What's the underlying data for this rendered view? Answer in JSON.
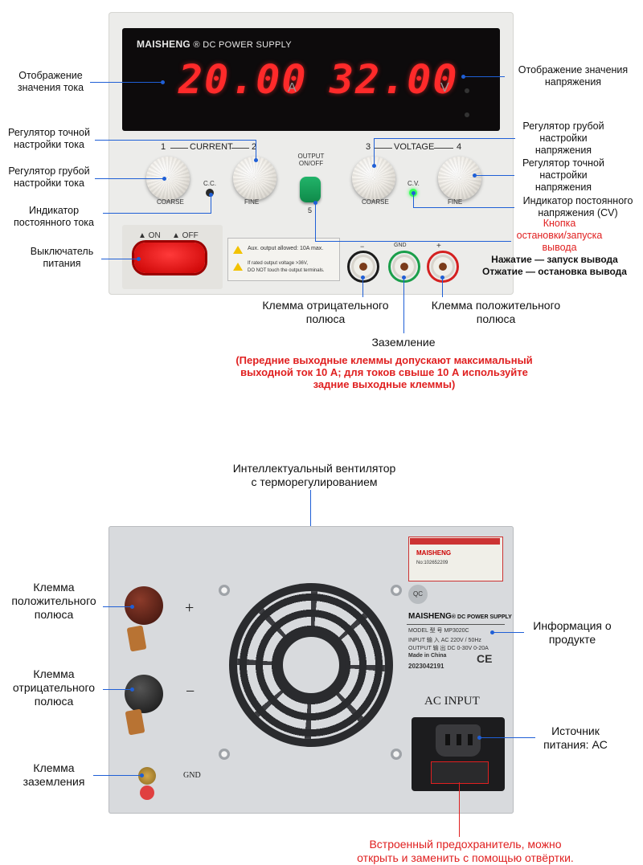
{
  "front": {
    "brand": "MAISHENG",
    "brand_suffix": "® DC POWER SUPPLY",
    "current_display": "20.00",
    "current_unit": "A",
    "voltage_display": "32.00",
    "voltage_unit": "V",
    "current_group": "CURRENT",
    "voltage_group": "VOLTAGE",
    "num_1": "1",
    "num_2": "2",
    "num_3": "3",
    "num_4": "4",
    "num_5": "5",
    "coarse": "COARSE",
    "fine": "FINE",
    "cc": "C.C.",
    "cv": "C.V.",
    "output_label": "OUTPUT\nON/OFF",
    "on_label": "▲ ON",
    "off_label": "▲ OFF",
    "minus": "−",
    "gnd": "GND",
    "plus": "+",
    "warn1": "Aux. output allowed:   10A max.",
    "warn2": "If rated output voltage >36V,",
    "warn3": "DO NOT touch the output terminals."
  },
  "labels": {
    "current_display": "Отображение\nзначения тока",
    "voltage_display": "Отображение значения\nнапряжения",
    "fine_current": "Регулятор точной\nнастройки тока",
    "coarse_current": "Регулятор грубой\nнастройки тока",
    "cc_indicator": "Индикатор\nпостоянного тока",
    "power_switch": "Выключатель\nпитания",
    "coarse_voltage": "Регулятор грубой\nнастройки\nнапряжения",
    "fine_voltage": "Регулятор точной\nнастройки\nнапряжения",
    "cv_indicator": "Индикатор постоянного\nнапряжения (CV)",
    "output_button": "Кнопка\nостановки/запуска\nвывода",
    "press_note": "Нажатие — запуск вывода\nОтжатие — остановка вывода",
    "neg_terminal": "Клемма отрицательного\nполюса",
    "pos_terminal": "Клемма положительного\nполюса",
    "ground": "Заземление",
    "front_note": "(Передние выходные клеммы допускают максимальный\nвыходной ток 10 А; для токов свыше 10 А используйте\nзадние выходные клеммы)",
    "fan": "Интеллектуальный вентилятор\nс терморегулированием",
    "back_pos": "Клемма\nположительного\nполюса",
    "back_neg": "Клемма\nотрицательного\nполюса",
    "back_gnd": "Клемма\nзаземления",
    "product_info": "Информация о\nпродукте",
    "power_source": "Источник\nпитания: AC",
    "fuse_note": "Встроенный предохранитель, можно\nоткрыть и заменить с помощью отвёртки."
  },
  "back": {
    "plus": "+",
    "minus": "−",
    "gnd": "GND",
    "ac_input": "AC INPUT",
    "plate_brand": "MAISHENG",
    "plate_sub": "® DC POWER SUPPLY",
    "model_line": "MODEL 型 号   MP3020C",
    "input_line": "INPUT 输 入   AC 220V / 50Hz",
    "output_line": "OUTPUT 输 出   DC 0-30V 0-20A",
    "made_line": "Made in China",
    "serial": "2023042191",
    "sticker_brand": "MAISHENG",
    "sticker_no": "No:102652209",
    "qc": "QC"
  },
  "colors": {
    "accent_line": "#1f5fd6",
    "warning_red": "#e02020",
    "led_red": "#ff2a2a"
  }
}
